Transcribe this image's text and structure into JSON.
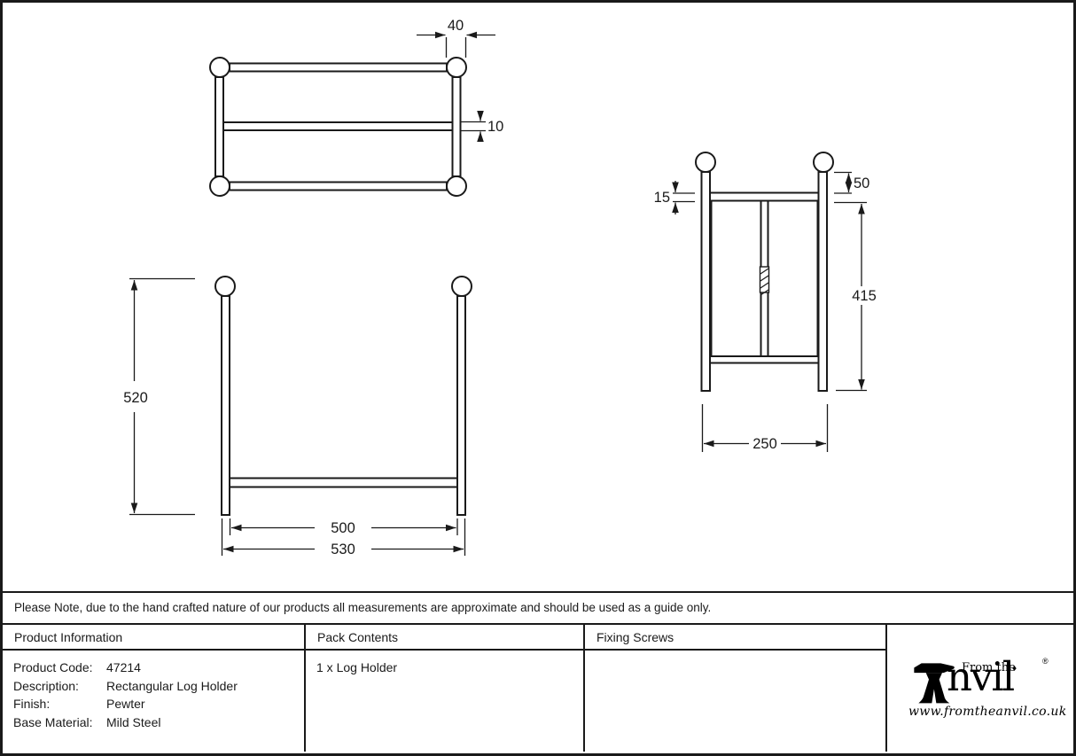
{
  "sheet": {
    "note": "Please Note, due to the hand crafted nature of our products all measurements are approximate and should be used as a guide only."
  },
  "drawing": {
    "dimensions": {
      "top_view": {
        "ball_diameter": "40",
        "rail_gap": "10"
      },
      "front_view": {
        "height": "520",
        "inner_width": "500",
        "outer_width": "530"
      },
      "side_view": {
        "rail_thickness": "15",
        "ball_offset": "50",
        "side_height": "415",
        "depth": "250"
      }
    }
  },
  "table": {
    "headers": {
      "product_information": "Product Information",
      "pack_contents": "Pack Contents",
      "fixing_screws": "Fixing Screws"
    },
    "product_information": {
      "rows": [
        {
          "label": "Product Code:",
          "value": "47214"
        },
        {
          "label": "Description:",
          "value": "Rectangular Log Holder"
        },
        {
          "label": "Finish:",
          "value": "Pewter"
        },
        {
          "label": "Base Material:",
          "value": "Mild Steel"
        }
      ]
    },
    "pack_contents": {
      "items": [
        "1 x Log Holder"
      ]
    }
  },
  "logo": {
    "from_the": "From the",
    "brand_rest": "nvil",
    "diamond": "♦",
    "registered": "®",
    "url": "www.fromtheanvil.co.uk"
  },
  "colors": {
    "line": "#1a1a1a",
    "background": "#ffffff"
  }
}
